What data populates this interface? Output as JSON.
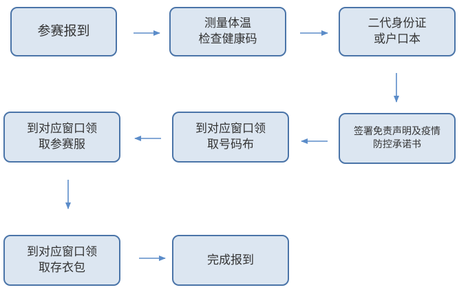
{
  "steps": {
    "s1": {
      "lines": [
        "参赛报到"
      ]
    },
    "s2": {
      "lines": [
        "测量体温",
        "检查健康码"
      ]
    },
    "s3": {
      "lines": [
        "二代身份证",
        "或户口本"
      ]
    },
    "s4": {
      "lines": [
        "签署免责声明及疫情",
        "防控承诺书"
      ]
    },
    "s5": {
      "lines": [
        "到对应窗口领",
        "取号码布"
      ]
    },
    "s6": {
      "lines": [
        "到对应窗口领",
        "取参赛服"
      ]
    },
    "s7": {
      "lines": [
        "到对应窗口领",
        "取存衣包"
      ]
    },
    "s8": {
      "lines": [
        "完成报到"
      ]
    }
  },
  "colors": {
    "box_fill": "#dce6f1",
    "box_border": "#4a74a8",
    "arrow": "#5b8cc9",
    "text": "#333333"
  }
}
